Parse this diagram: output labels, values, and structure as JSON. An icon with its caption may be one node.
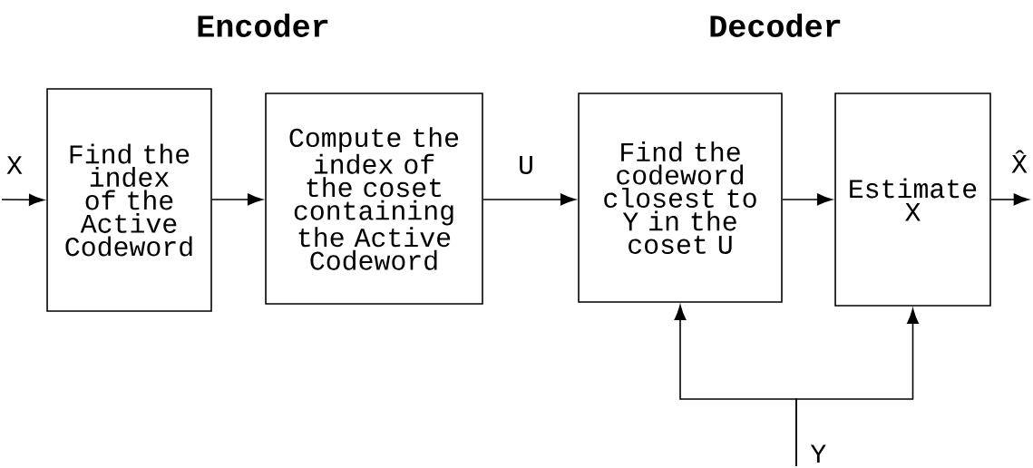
{
  "diagram": {
    "nodes": [
      {
        "text": [
          "Find the index of the Active Codeword"
        ]
      },
      {
        "text": [
          "Compute the index of the coset containing the Active Codeword"
        ]
      },
      {
        "text": [
          "Find the codeword closest to Y in the coset U"
        ]
      },
      {
        "text": [
          "Estimate X"
        ]
      },
      {
        "text": [
          "Y"
        ]
      }
    ],
    "edges": [
      {
        "from": null,
        "to": 0,
        "arrow": "to",
        "label": "X"
      },
      {
        "from": 0,
        "to": 1,
        "arrow": "to"
      },
      {
        "from": 1,
        "to": 2,
        "arrow": "to",
        "label": "U"
      },
      {
        "from": 2,
        "to": 3,
        "arrow": "to"
      },
      {
        "from": 3,
        "to": null,
        "arrow": "to",
        "label": "X̂"
      },
      {
        "from": 4,
        "to": 2,
        "arrow": "to"
      },
      {
        "from": 4,
        "to": 3,
        "arrow": "to"
      }
    ],
    "labels": [
      "Encoder",
      "Decoder"
    ]
  }
}
